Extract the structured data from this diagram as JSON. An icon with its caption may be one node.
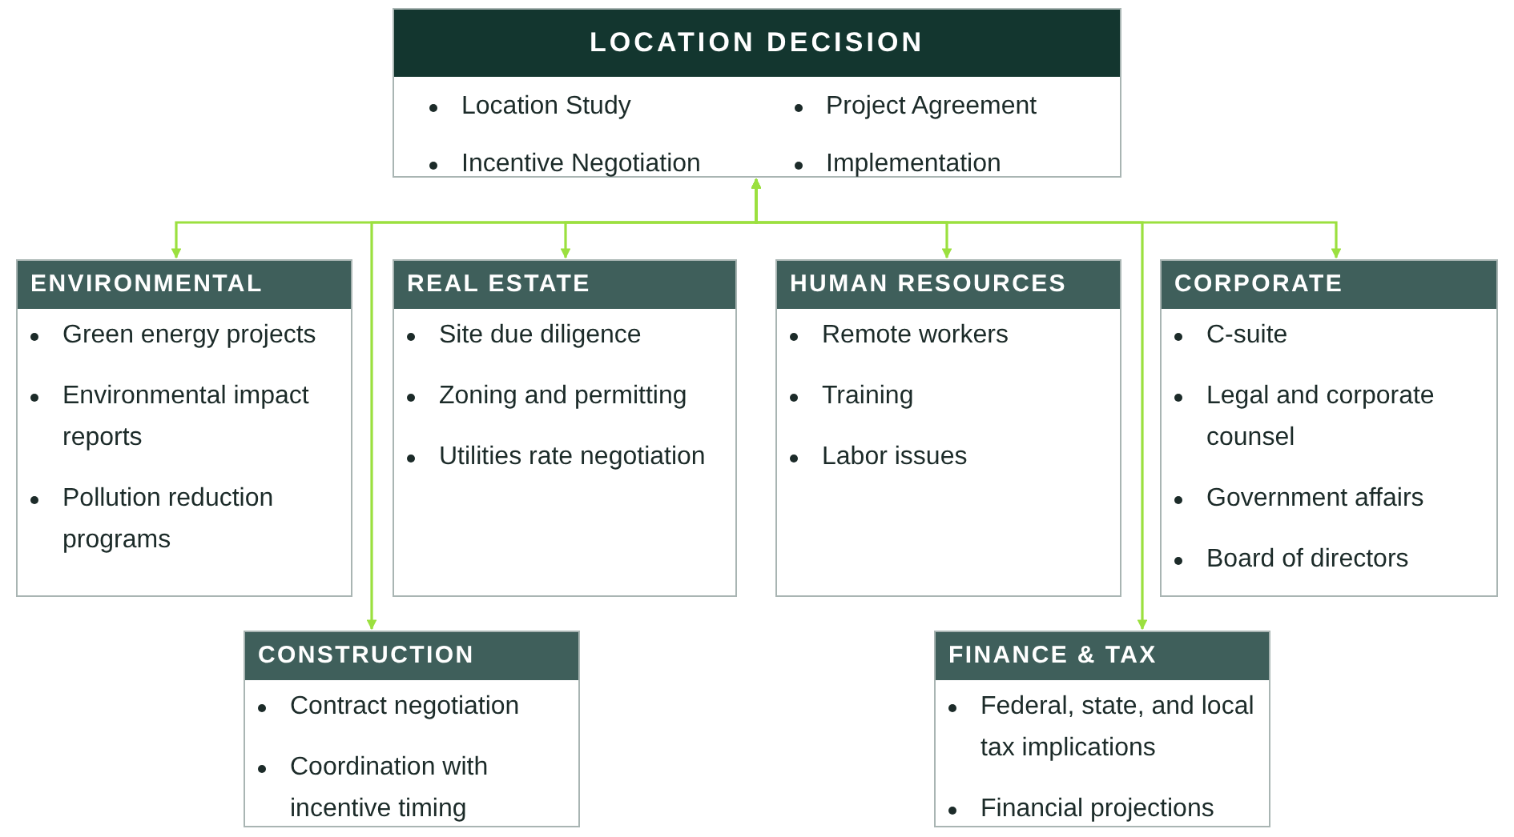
{
  "diagram": {
    "nodes": [
      {
        "text": [
          "LOCATION DECISION",
          "Location Study",
          "Project Agreement",
          "Incentive Negotiation",
          "Implementation"
        ]
      },
      {
        "text": [
          "ENVIRONMENTAL",
          "Green energy projects",
          "Environmental impact reports",
          "Pollution reduction programs"
        ]
      },
      {
        "text": [
          "REAL ESTATE",
          "Site due diligence",
          "Zoning and permitting",
          "Utilities rate negotiation"
        ]
      },
      {
        "text": [
          "HUMAN RESOURCES",
          "Remote workers",
          "Training",
          "Labor issues"
        ]
      },
      {
        "text": [
          "CORPORATE",
          "C-suite",
          "Legal and corporate counsel",
          "Government affairs",
          "Board of directors"
        ]
      },
      {
        "text": [
          "CONSTRUCTION",
          "Contract negotiation",
          "Coordination with incentive timing"
        ]
      },
      {
        "text": [
          "FINANCE & TAX",
          "Federal, state, and local tax implications",
          "Financial projections"
        ]
      }
    ],
    "edges": [
      {
        "from": 0,
        "to": 1,
        "arrow": "both"
      },
      {
        "from": 0,
        "to": 2,
        "arrow": "both"
      },
      {
        "from": 0,
        "to": 3,
        "arrow": "both"
      },
      {
        "from": 0,
        "to": 4,
        "arrow": "both"
      },
      {
        "from": 0,
        "to": 5,
        "arrow": "both"
      },
      {
        "from": 0,
        "to": 6,
        "arrow": "both"
      }
    ]
  }
}
